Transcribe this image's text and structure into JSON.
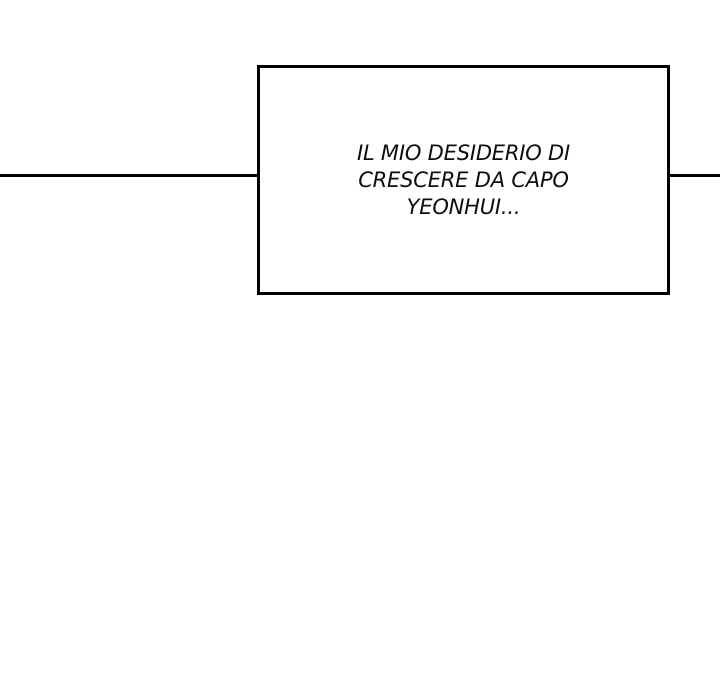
{
  "page": {
    "background_color": "#ffffff",
    "line_color": "#000000"
  },
  "caption_box": {
    "border_color": "#000000",
    "text_color": "#0d0d0d",
    "full_text": "IL MIO DESIDERIO DI CRESCERE DA CAPO YEONHUI...",
    "lines": [
      "IL MIO DESIDERIO DI",
      "CRESCERE DA CAPO",
      "YEONHUI..."
    ]
  }
}
